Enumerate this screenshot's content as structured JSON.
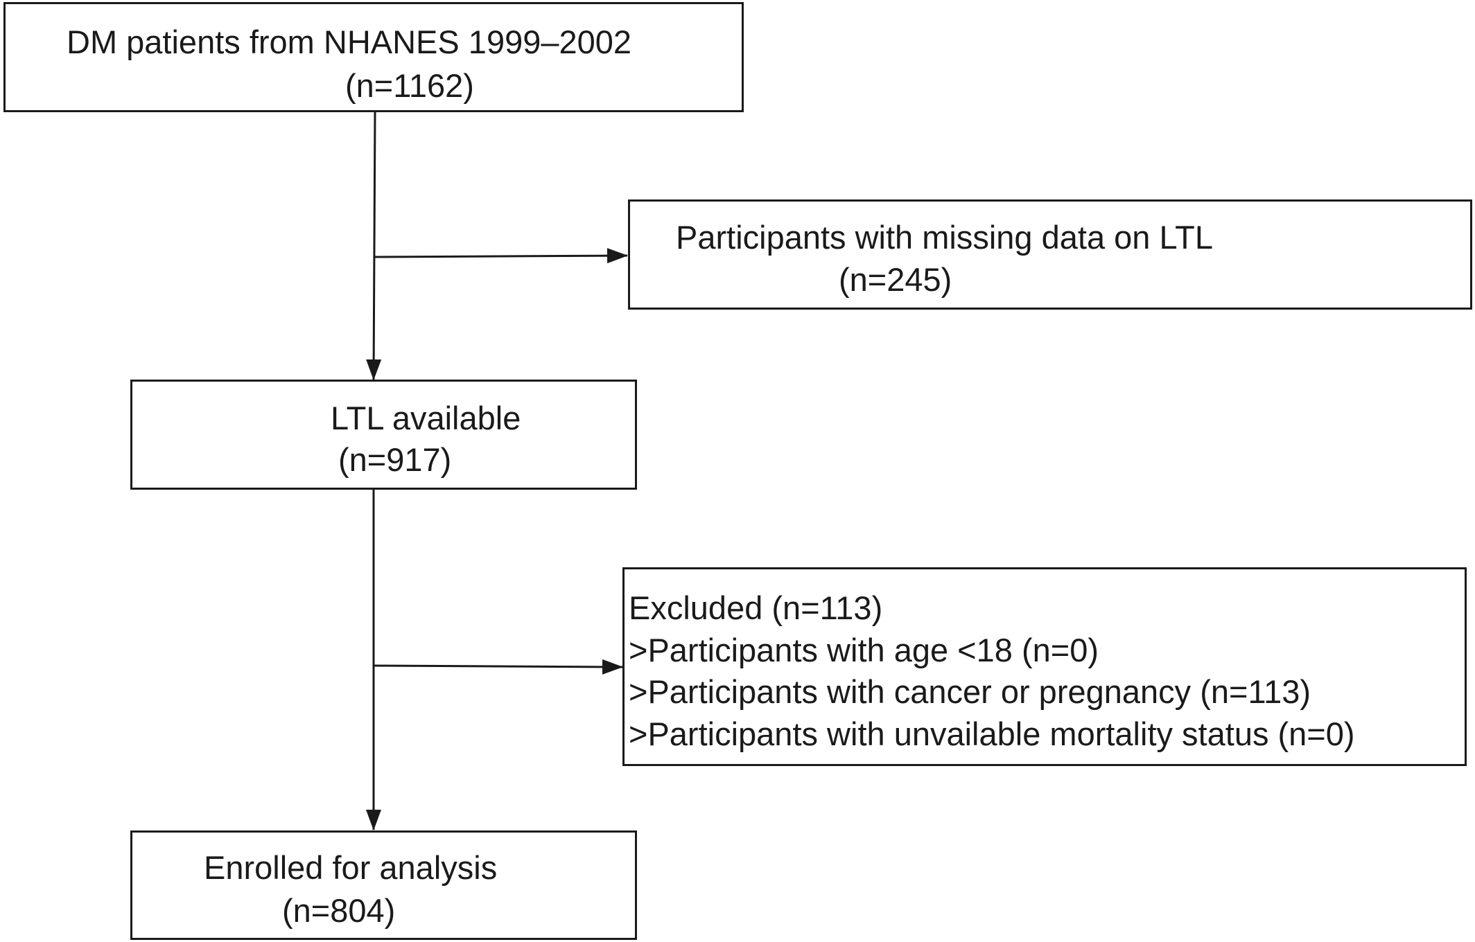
{
  "boxes": {
    "source": {
      "line1": "DM patients from NHANES 1999–2002",
      "line2": "(n=1162)"
    },
    "missing": {
      "line1": "Participants with missing data on  LTL",
      "line2": "(n=245)"
    },
    "available": {
      "line1": "LTL  available",
      "line2": "(n=917)"
    },
    "excluded": {
      "title": "Excluded (n=113)",
      "items": [
        ">Participants with age <18 (n=0)",
        ">Participants with cancer or pregnancy (n=113)",
        ">Participants with unvailable mortality status (n=0)"
      ]
    },
    "enrolled": {
      "line1": "Enrolled for analysis",
      "line2": "(n=804)"
    }
  },
  "colors": {
    "stroke": "#1a1a1a",
    "background": "#ffffff"
  }
}
